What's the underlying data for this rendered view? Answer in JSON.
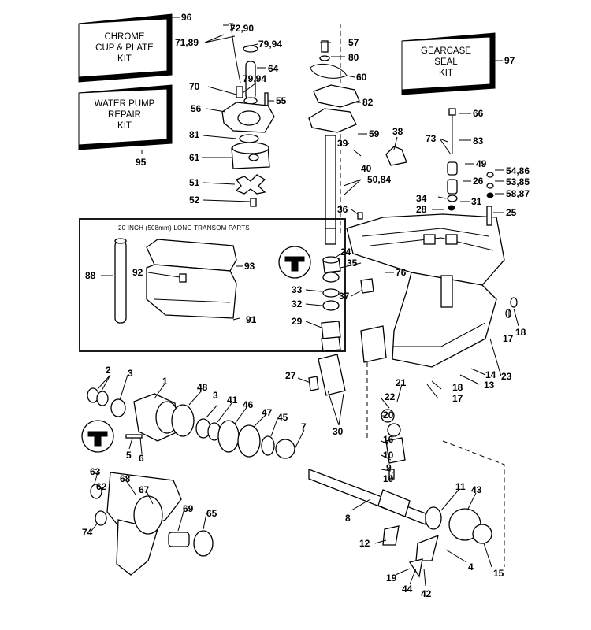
{
  "kits": {
    "chrome_cup_plate": [
      "CHROME",
      "CUP & PLATE",
      "KIT"
    ],
    "water_pump": [
      "WATER PUMP",
      "REPAIR",
      "KIT"
    ],
    "gearcase_seal": [
      "GEARCASE",
      "SEAL",
      "KIT"
    ]
  },
  "inset_title": "20 INCH (508mm) LONG TRANSOM PARTS",
  "callouts": [
    "96",
    "72,90",
    "71,89",
    "79,94",
    "57",
    "80",
    "64",
    "97",
    "79,94",
    "60",
    "70",
    "55",
    "82",
    "56",
    "66",
    "59",
    "38",
    "73",
    "83",
    "81",
    "39",
    "40",
    "61",
    "49",
    "54,86",
    "26",
    "53,85",
    "50,84",
    "34",
    "31",
    "58,87",
    "51",
    "28",
    "36",
    "25",
    "52",
    "93",
    "24",
    "88",
    "92",
    "35",
    "76",
    "33",
    "37",
    "32",
    "91",
    "29",
    "17",
    "18",
    "14",
    "23",
    "2",
    "3",
    "1",
    "48",
    "27",
    "13",
    "21",
    "18",
    "3",
    "41",
    "46",
    "47",
    "22",
    "17",
    "45",
    "7",
    "20",
    "5",
    "6",
    "30",
    "16",
    "10",
    "9",
    "63",
    "62",
    "10",
    "68",
    "67",
    "11",
    "43",
    "8",
    "69",
    "65",
    "74",
    "12",
    "4",
    "15",
    "19",
    "44",
    "42",
    "95"
  ]
}
